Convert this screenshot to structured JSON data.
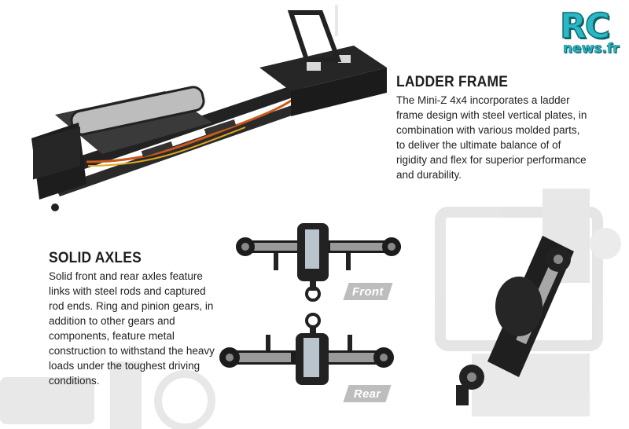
{
  "logo": {
    "top": "RC",
    "bottom": "news.fr"
  },
  "ladder_frame": {
    "heading": "LADDER FRAME",
    "text": "The Mini-Z 4x4 incorporates a ladder frame design with steel vertical plates, in combination with various molded parts, to deliver the ultimate balance of of rigidity and flex for superior performance and durability."
  },
  "solid_axles": {
    "heading": "SOLID AXLES",
    "text": "Solid front and rear axles feature links with steel rods and captured rod ends. Ring and pinion gears, in addition to other gears and components, feature metal construction to withstand the heavy loads under the toughest driving conditions."
  },
  "labels": {
    "front": "Front",
    "rear": "Rear"
  },
  "colors": {
    "logo": "#2ab8c4",
    "logo_outline": "#0e6d74",
    "tag": "#bdbdbd",
    "text": "#222222"
  }
}
